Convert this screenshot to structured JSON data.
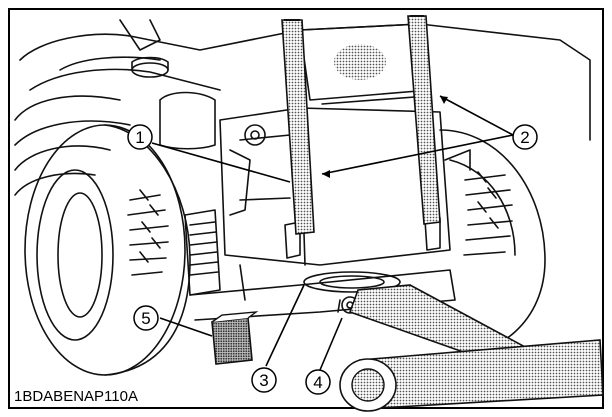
{
  "figure": {
    "code": "1BDABENAP110A",
    "callouts": [
      {
        "id": "1",
        "label": "①"
      },
      {
        "id": "2",
        "label": "②"
      },
      {
        "id": "3",
        "label": "③"
      },
      {
        "id": "4",
        "label": "④"
      },
      {
        "id": "5",
        "label": "⑤"
      }
    ]
  }
}
